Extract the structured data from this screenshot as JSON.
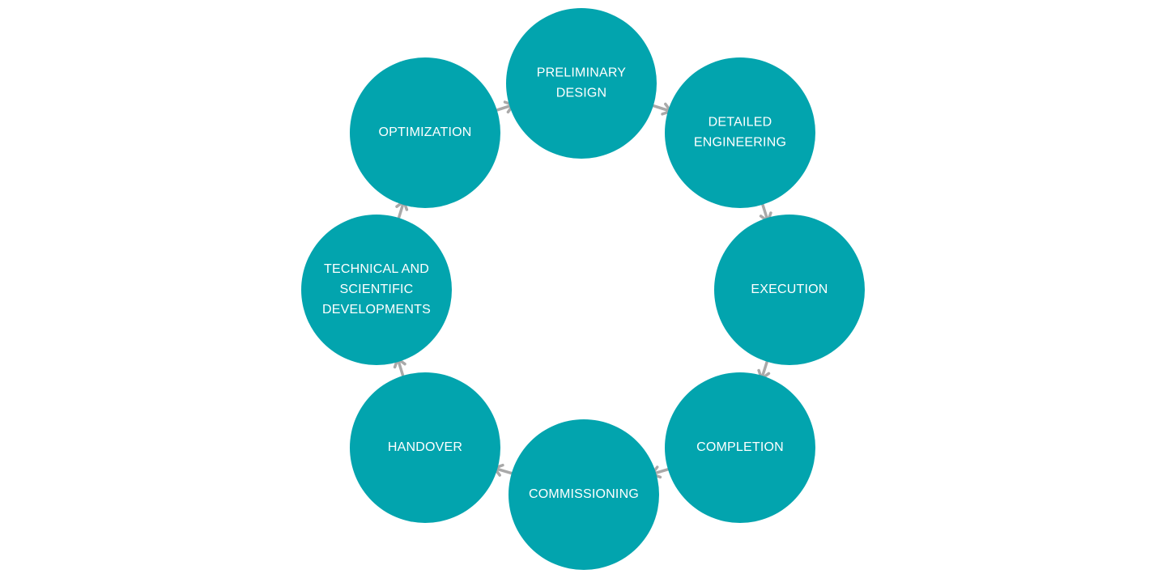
{
  "colors": {
    "node_fill": "#02A4AE",
    "arrow": "#A9A9A9",
    "label": "#FFFFFF",
    "background": "#FFFFFF"
  },
  "nodes": [
    {
      "key": "preliminary-design",
      "lines": [
        "PRELIMINARY",
        "DESIGN"
      ]
    },
    {
      "key": "detailed-engineering",
      "lines": [
        "DETAILED",
        "ENGINEERING"
      ]
    },
    {
      "key": "execution",
      "lines": [
        "EXECUTION"
      ]
    },
    {
      "key": "completion",
      "lines": [
        "COMPLETION"
      ]
    },
    {
      "key": "commissioning",
      "lines": [
        "COMMISSIONING"
      ]
    },
    {
      "key": "handover",
      "lines": [
        "HANDOVER"
      ]
    },
    {
      "key": "technical-and-scientific-developments",
      "lines": [
        "TECHNICAL AND",
        "SCIENTIFIC",
        "DEVELOPMENTS"
      ]
    },
    {
      "key": "optimization",
      "lines": [
        "OPTIMIZATION"
      ]
    }
  ],
  "connections": [
    {
      "from": "preliminary-design",
      "to": "detailed-engineering"
    },
    {
      "from": "detailed-engineering",
      "to": "execution"
    },
    {
      "from": "execution",
      "to": "completion"
    },
    {
      "from": "completion",
      "to": "commissioning"
    },
    {
      "from": "commissioning",
      "to": "handover"
    },
    {
      "from": "handover",
      "to": "technical-and-scientific-developments"
    },
    {
      "from": "technical-and-scientific-developments",
      "to": "optimization"
    },
    {
      "from": "optimization",
      "to": "preliminary-design"
    }
  ]
}
